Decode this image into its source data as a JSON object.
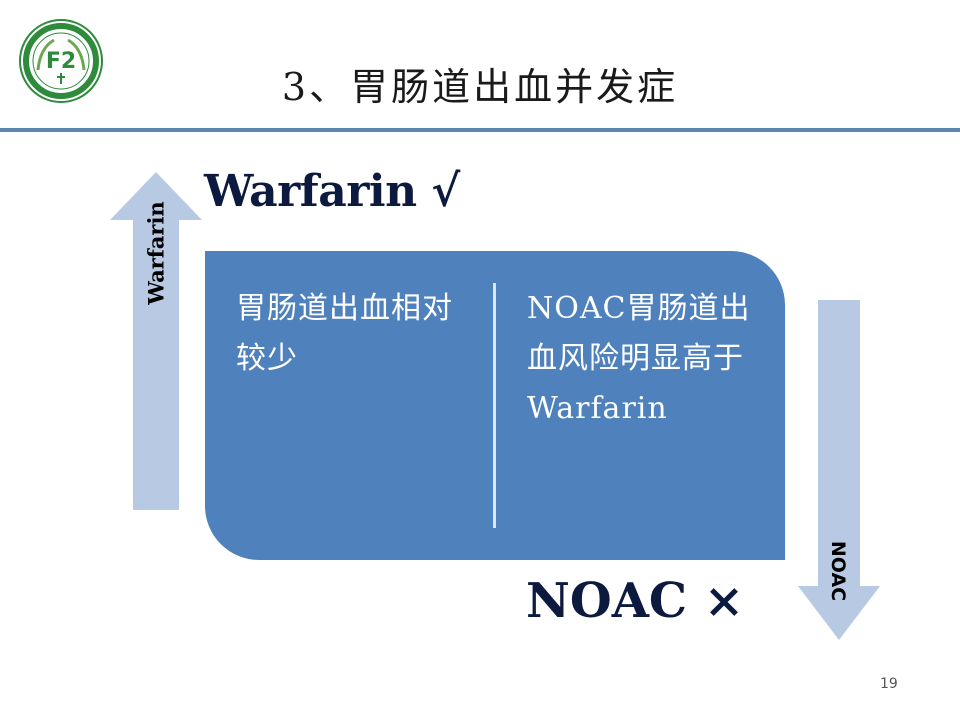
{
  "slide": {
    "title": "3、胃肠道出血并发症",
    "top_label": "Warfarin √",
    "bottom_label": "NOAC   ×",
    "up_arrow_label": "Warfarin",
    "down_arrow_label": "NOAC",
    "box": {
      "left_text": "胃肠道出血相对较少",
      "right_text": "NOAC胃肠道出血风险明显高于Warfarin"
    },
    "page_number": "19"
  },
  "logo": {
    "text": "F2",
    "icon": "hospital-emblem-icon"
  },
  "colors": {
    "rule": "#5b87b0",
    "box": "#4f81bd",
    "arrow": "#b8c9e3",
    "label_text": "#0d1a40",
    "logo_green": "#2e8b3c"
  }
}
